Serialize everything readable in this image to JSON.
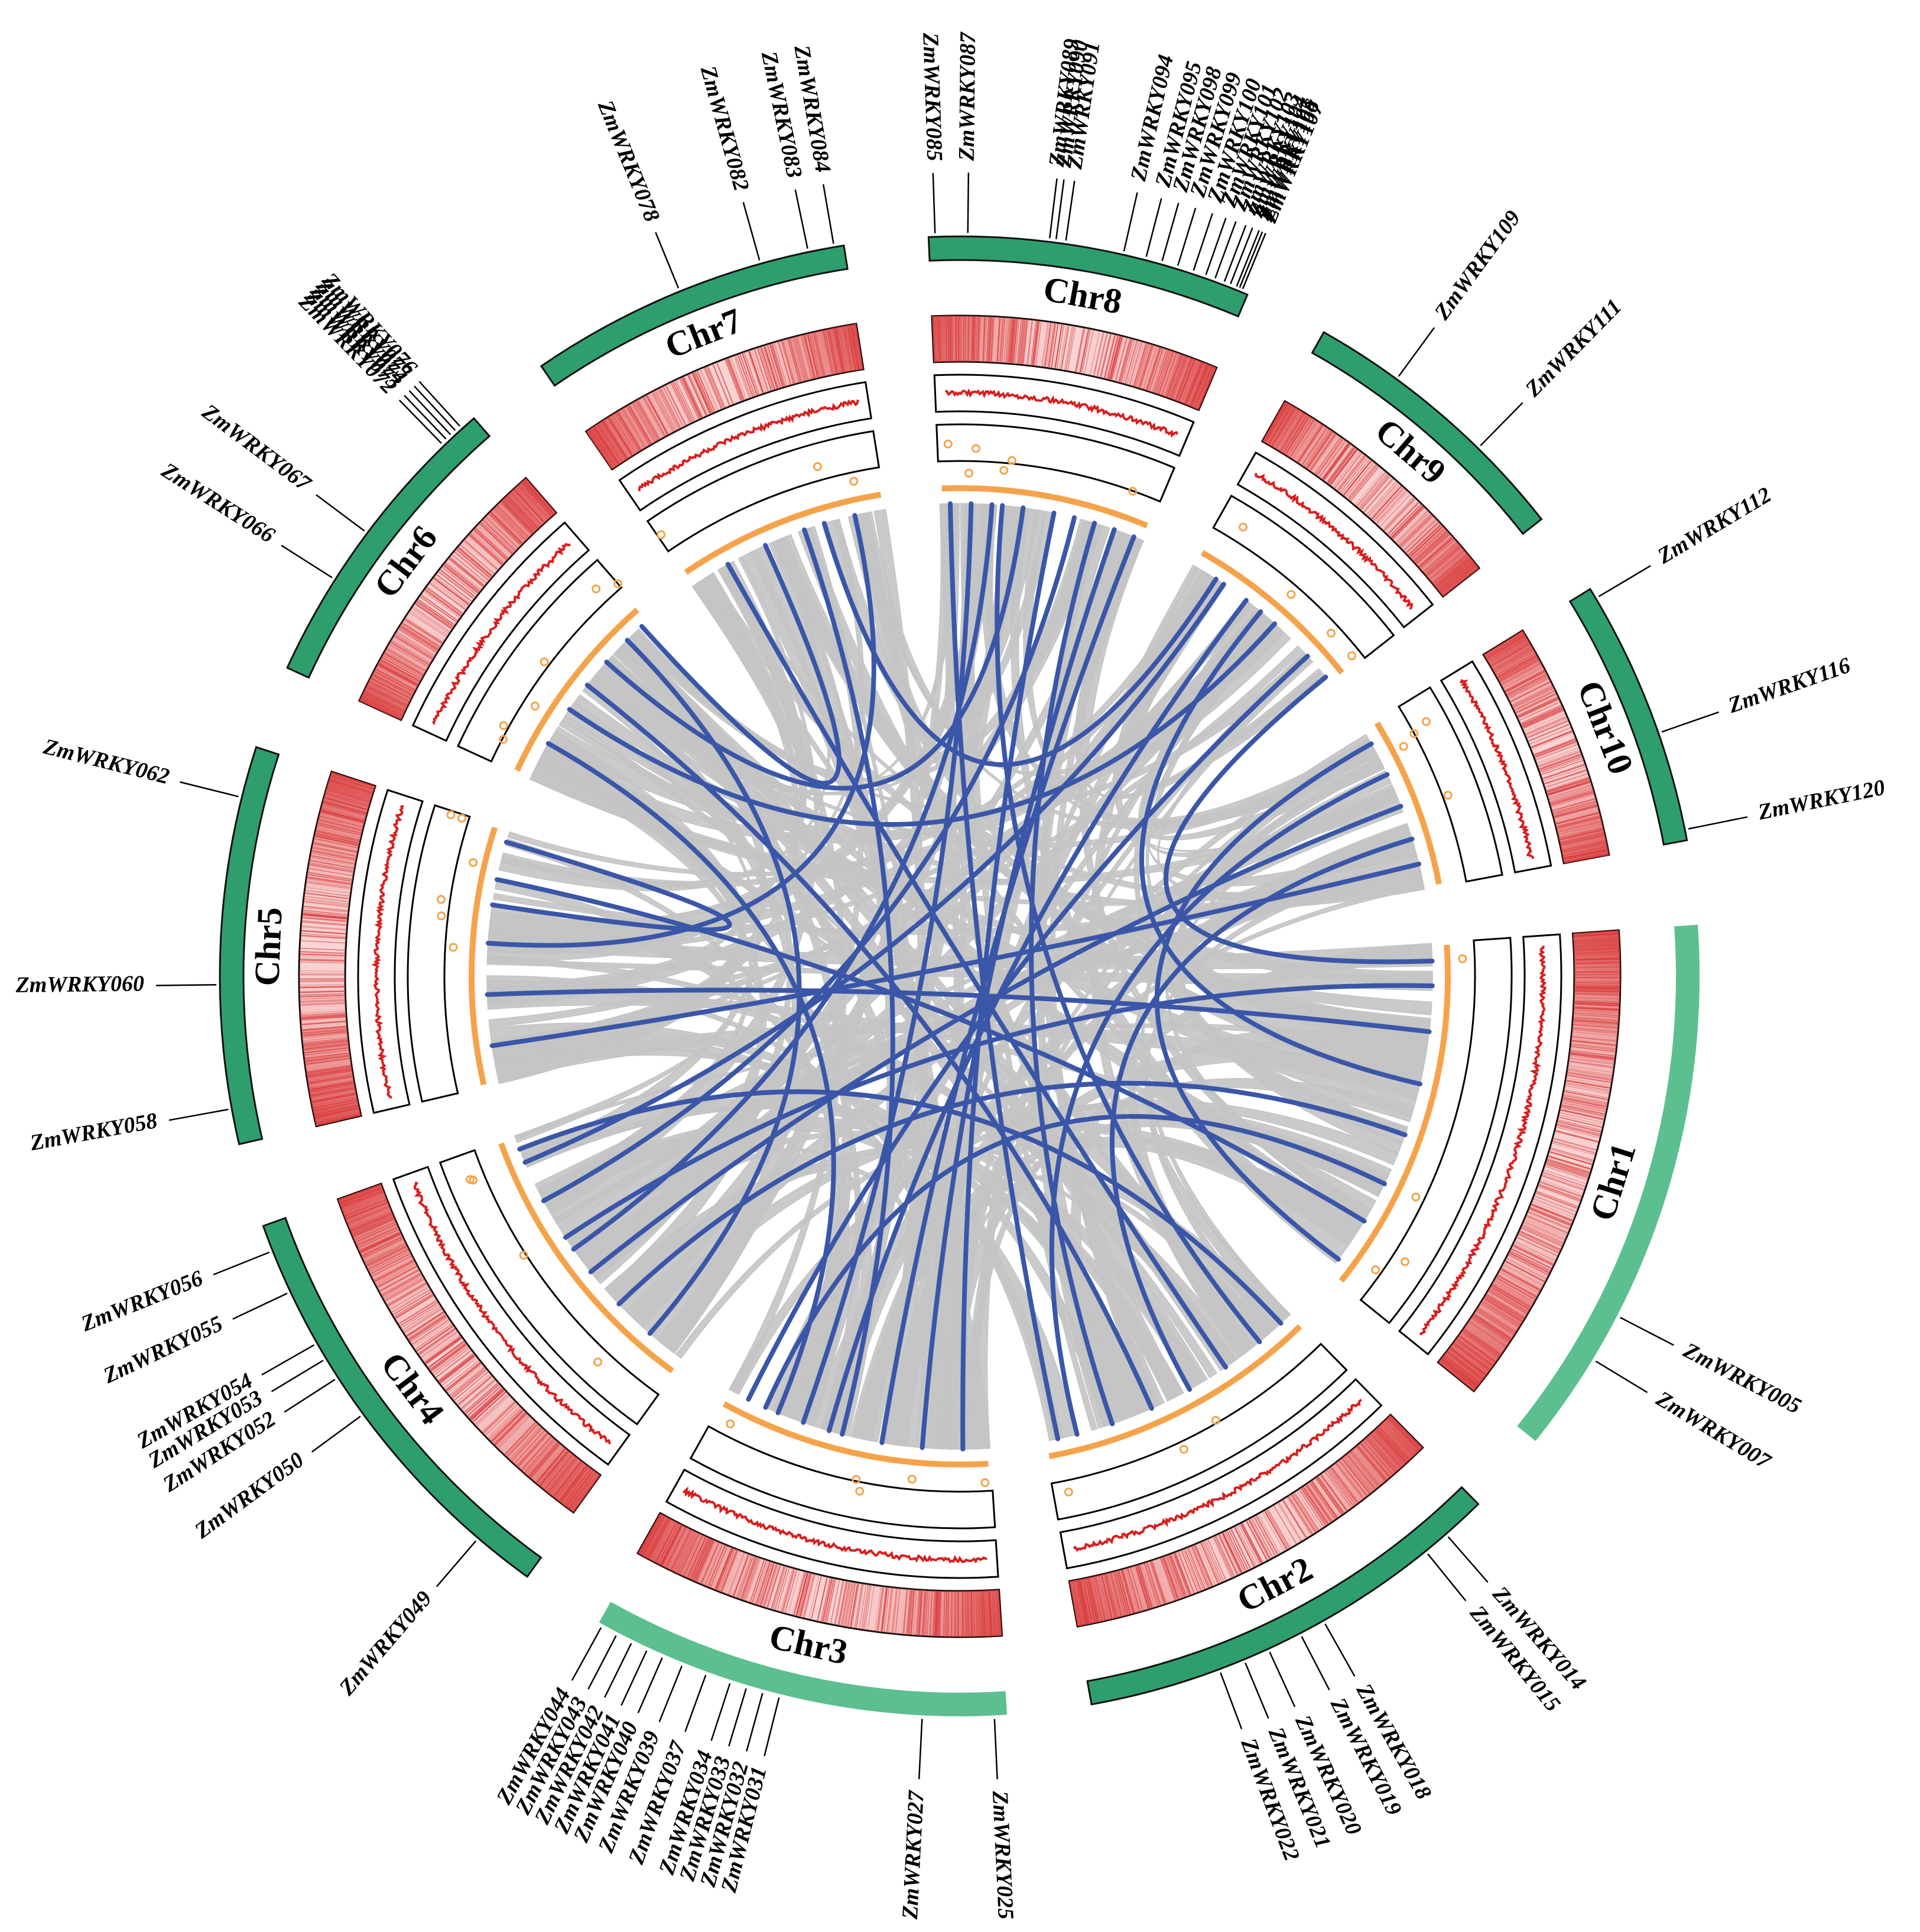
{
  "figure": {
    "colors": {
      "chromosome": "#2e9e6e",
      "chromosome_light": "#5cbf8f",
      "density_light": "#fbe3e3",
      "density_dark": "#d93a3a",
      "line_track": "#d81e1e",
      "gene_track": "#f5a34b",
      "synteny": "#c4c4c4",
      "segmental_duplication": "#3a56a8",
      "outline": "#000000"
    },
    "chromosomes": [
      {
        "id": "chr1",
        "label": "Chr1",
        "length": 307,
        "color": "light"
      },
      {
        "id": "chr2",
        "label": "Chr2",
        "length": 245,
        "color": "dark"
      },
      {
        "id": "chr3",
        "label": "Chr3",
        "length": 235,
        "color": "light"
      },
      {
        "id": "chr4",
        "label": "Chr4",
        "length": 247,
        "color": "dark"
      },
      {
        "id": "chr5",
        "label": "Chr5",
        "length": 223,
        "color": "dark"
      },
      {
        "id": "chr6",
        "label": "Chr6",
        "length": 174,
        "color": "dark"
      },
      {
        "id": "chr7",
        "label": "Chr7",
        "length": 182,
        "color": "dark"
      },
      {
        "id": "chr8",
        "label": "Chr8",
        "length": 181,
        "color": "dark"
      },
      {
        "id": "chr9",
        "label": "Chr9",
        "length": 160,
        "color": "dark"
      },
      {
        "id": "chr10",
        "label": "Chr10",
        "length": 150,
        "color": "dark"
      }
    ],
    "genes": [
      {
        "chr": "chr1",
        "pos": 0.73,
        "name": "ZmWRKY005"
      },
      {
        "chr": "chr1",
        "pos": 0.82,
        "name": "ZmWRKY007"
      },
      {
        "chr": "chr2",
        "pos": 0.1,
        "name": "ZmWRKY014"
      },
      {
        "chr": "chr2",
        "pos": 0.16,
        "name": "ZmWRKY015"
      },
      {
        "chr": "chr2",
        "pos": 0.44,
        "name": "ZmWRKY018"
      },
      {
        "chr": "chr2",
        "pos": 0.5,
        "name": "ZmWRKY019"
      },
      {
        "chr": "chr2",
        "pos": 0.58,
        "name": "ZmWRKY020"
      },
      {
        "chr": "chr2",
        "pos": 0.64,
        "name": "ZmWRKY021"
      },
      {
        "chr": "chr2",
        "pos": 0.7,
        "name": "ZmWRKY022"
      },
      {
        "chr": "chr3",
        "pos": 0.03,
        "name": "ZmWRKY025"
      },
      {
        "chr": "chr3",
        "pos": 0.2,
        "name": "ZmWRKY027"
      },
      {
        "chr": "chr3",
        "pos": 0.54,
        "name": "ZmWRKY031"
      },
      {
        "chr": "chr3",
        "pos": 0.58,
        "name": "ZmWRKY032"
      },
      {
        "chr": "chr3",
        "pos": 0.62,
        "name": "ZmWRKY033"
      },
      {
        "chr": "chr3",
        "pos": 0.66,
        "name": "ZmWRKY034"
      },
      {
        "chr": "chr3",
        "pos": 0.72,
        "name": "ZmWRKY037"
      },
      {
        "chr": "chr3",
        "pos": 0.78,
        "name": "ZmWRKY039"
      },
      {
        "chr": "chr3",
        "pos": 0.83,
        "name": "ZmWRKY040"
      },
      {
        "chr": "chr3",
        "pos": 0.87,
        "name": "ZmWRKY041"
      },
      {
        "chr": "chr3",
        "pos": 0.91,
        "name": "ZmWRKY042"
      },
      {
        "chr": "chr3",
        "pos": 0.95,
        "name": "ZmWRKY043"
      },
      {
        "chr": "chr3",
        "pos": 0.99,
        "name": "ZmWRKY044"
      },
      {
        "chr": "chr4",
        "pos": 0.14,
        "name": "ZmWRKY049"
      },
      {
        "chr": "chr4",
        "pos": 0.52,
        "name": "ZmWRKY050"
      },
      {
        "chr": "chr4",
        "pos": 0.62,
        "name": "ZmWRKY052"
      },
      {
        "chr": "chr4",
        "pos": 0.67,
        "name": "ZmWRKY053"
      },
      {
        "chr": "chr4",
        "pos": 0.71,
        "name": "ZmWRKY054"
      },
      {
        "chr": "chr4",
        "pos": 0.84,
        "name": "ZmWRKY055"
      },
      {
        "chr": "chr4",
        "pos": 0.94,
        "name": "ZmWRKY056"
      },
      {
        "chr": "chr5",
        "pos": 0.09,
        "name": "ZmWRKY058"
      },
      {
        "chr": "chr5",
        "pos": 0.4,
        "name": "ZmWRKY060"
      },
      {
        "chr": "chr5",
        "pos": 0.87,
        "name": "ZmWRKY062"
      },
      {
        "chr": "chr6",
        "pos": 0.32,
        "name": "ZmWRKY066"
      },
      {
        "chr": "chr6",
        "pos": 0.5,
        "name": "ZmWRKY067"
      },
      {
        "chr": "chr6",
        "pos": 0.87,
        "name": "ZmWRKY072"
      },
      {
        "chr": "chr6",
        "pos": 0.89,
        "name": "ZmWRKY073"
      },
      {
        "chr": "chr6",
        "pos": 0.91,
        "name": "ZmWRKY074"
      },
      {
        "chr": "chr6",
        "pos": 0.93,
        "name": "ZmWRKY075"
      },
      {
        "chr": "chr6",
        "pos": 0.95,
        "name": "ZmWRKY076"
      },
      {
        "chr": "chr7",
        "pos": 0.48,
        "name": "ZmWRKY078"
      },
      {
        "chr": "chr7",
        "pos": 0.74,
        "name": "ZmWRKY082"
      },
      {
        "chr": "chr7",
        "pos": 0.89,
        "name": "ZmWRKY083"
      },
      {
        "chr": "chr7",
        "pos": 0.97,
        "name": "ZmWRKY084"
      },
      {
        "chr": "chr8",
        "pos": 0.02,
        "name": "ZmWRKY085"
      },
      {
        "chr": "chr8",
        "pos": 0.12,
        "name": "ZmWRKY087"
      },
      {
        "chr": "chr8",
        "pos": 0.37,
        "name": "ZmWRKY089"
      },
      {
        "chr": "chr8",
        "pos": 0.39,
        "name": "ZmWRKY090"
      },
      {
        "chr": "chr8",
        "pos": 0.42,
        "name": "ZmWRKY091"
      },
      {
        "chr": "chr8",
        "pos": 0.6,
        "name": "ZmWRKY094"
      },
      {
        "chr": "chr8",
        "pos": 0.67,
        "name": "ZmWRKY095"
      },
      {
        "chr": "chr8",
        "pos": 0.72,
        "name": "ZmWRKY098"
      },
      {
        "chr": "chr8",
        "pos": 0.77,
        "name": "ZmWRKY099"
      },
      {
        "chr": "chr8",
        "pos": 0.82,
        "name": "ZmWRKY100"
      },
      {
        "chr": "chr8",
        "pos": 0.86,
        "name": "ZmWRKY101"
      },
      {
        "chr": "chr8",
        "pos": 0.89,
        "name": "ZmWRKY102"
      },
      {
        "chr": "chr8",
        "pos": 0.92,
        "name": "ZmWRKY103"
      },
      {
        "chr": "chr8",
        "pos": 0.94,
        "name": "ZmWRKY104"
      },
      {
        "chr": "chr8",
        "pos": 0.96,
        "name": "ZmWRKY105"
      },
      {
        "chr": "chr8",
        "pos": 0.97,
        "name": "ZmWRKY106"
      },
      {
        "chr": "chr8",
        "pos": 0.98,
        "name": "ZmWRKY107"
      },
      {
        "chr": "chr9",
        "pos": 0.3,
        "name": "ZmWRKY109"
      },
      {
        "chr": "chr9",
        "pos": 0.67,
        "name": "ZmWRKY111"
      },
      {
        "chr": "chr10",
        "pos": 0.04,
        "name": "ZmWRKY112"
      },
      {
        "chr": "chr10",
        "pos": 0.59,
        "name": "ZmWRKY116"
      },
      {
        "chr": "chr10",
        "pos": 0.96,
        "name": "ZmWRKY120"
      }
    ],
    "segmental_links": [
      [
        "chr1",
        0.12,
        "chr4",
        0.6
      ],
      [
        "chr1",
        0.25,
        "chr5",
        0.35
      ],
      [
        "chr1",
        0.4,
        "chr9",
        0.45
      ],
      [
        "chr1",
        0.55,
        "chr4",
        0.3
      ],
      [
        "chr1",
        0.7,
        "chr3",
        0.85
      ],
      [
        "chr1",
        0.82,
        "chr5",
        0.8
      ],
      [
        "chr2",
        0.15,
        "chr8",
        0.3
      ],
      [
        "chr2",
        0.3,
        "chr7",
        0.2
      ],
      [
        "chr2",
        0.45,
        "chr10",
        0.7
      ],
      [
        "chr2",
        0.6,
        "chr6",
        0.55
      ],
      [
        "chr2",
        0.75,
        "chr8",
        0.75
      ],
      [
        "chr2",
        0.88,
        "chr10",
        0.3
      ],
      [
        "chr3",
        0.1,
        "chr8",
        0.55
      ],
      [
        "chr3",
        0.25,
        "chr8",
        0.85
      ],
      [
        "chr3",
        0.4,
        "chr8",
        0.95
      ],
      [
        "chr3",
        0.55,
        "chr7",
        0.6
      ],
      [
        "chr3",
        0.7,
        "chr8",
        0.15
      ],
      [
        "chr3",
        0.8,
        "chr6",
        0.2
      ],
      [
        "chr3",
        0.92,
        "chr9",
        0.8
      ],
      [
        "chr4",
        0.15,
        "chr6",
        0.85
      ],
      [
        "chr4",
        0.45,
        "chr10",
        0.5
      ],
      [
        "chr4",
        0.75,
        "chr8",
        0.65
      ],
      [
        "chr4",
        0.9,
        "chr9",
        0.2
      ],
      [
        "chr5",
        0.15,
        "chr10",
        0.85
      ],
      [
        "chr5",
        0.55,
        "chr7",
        0.85
      ],
      [
        "chr5",
        0.7,
        "chr5",
        0.95
      ],
      [
        "chr6",
        0.4,
        "chr9",
        0.55
      ],
      [
        "chr6",
        0.7,
        "chr8",
        0.4
      ],
      [
        "chr6",
        0.95,
        "chr7",
        0.4
      ],
      [
        "chr7",
        0.7,
        "chr9",
        0.15
      ],
      [
        "chr8",
        0.05,
        "chr2",
        0.95
      ],
      [
        "chr9",
        0.95,
        "chr1",
        0.05
      ],
      [
        "chr10",
        0.1,
        "chr1",
        0.95
      ],
      [
        "chr4",
        0.55,
        "chr8",
        0.25
      ],
      [
        "chr3",
        0.6,
        "chr9",
        0.35
      ],
      [
        "chr2",
        0.05,
        "chr4",
        0.95
      ]
    ]
  }
}
